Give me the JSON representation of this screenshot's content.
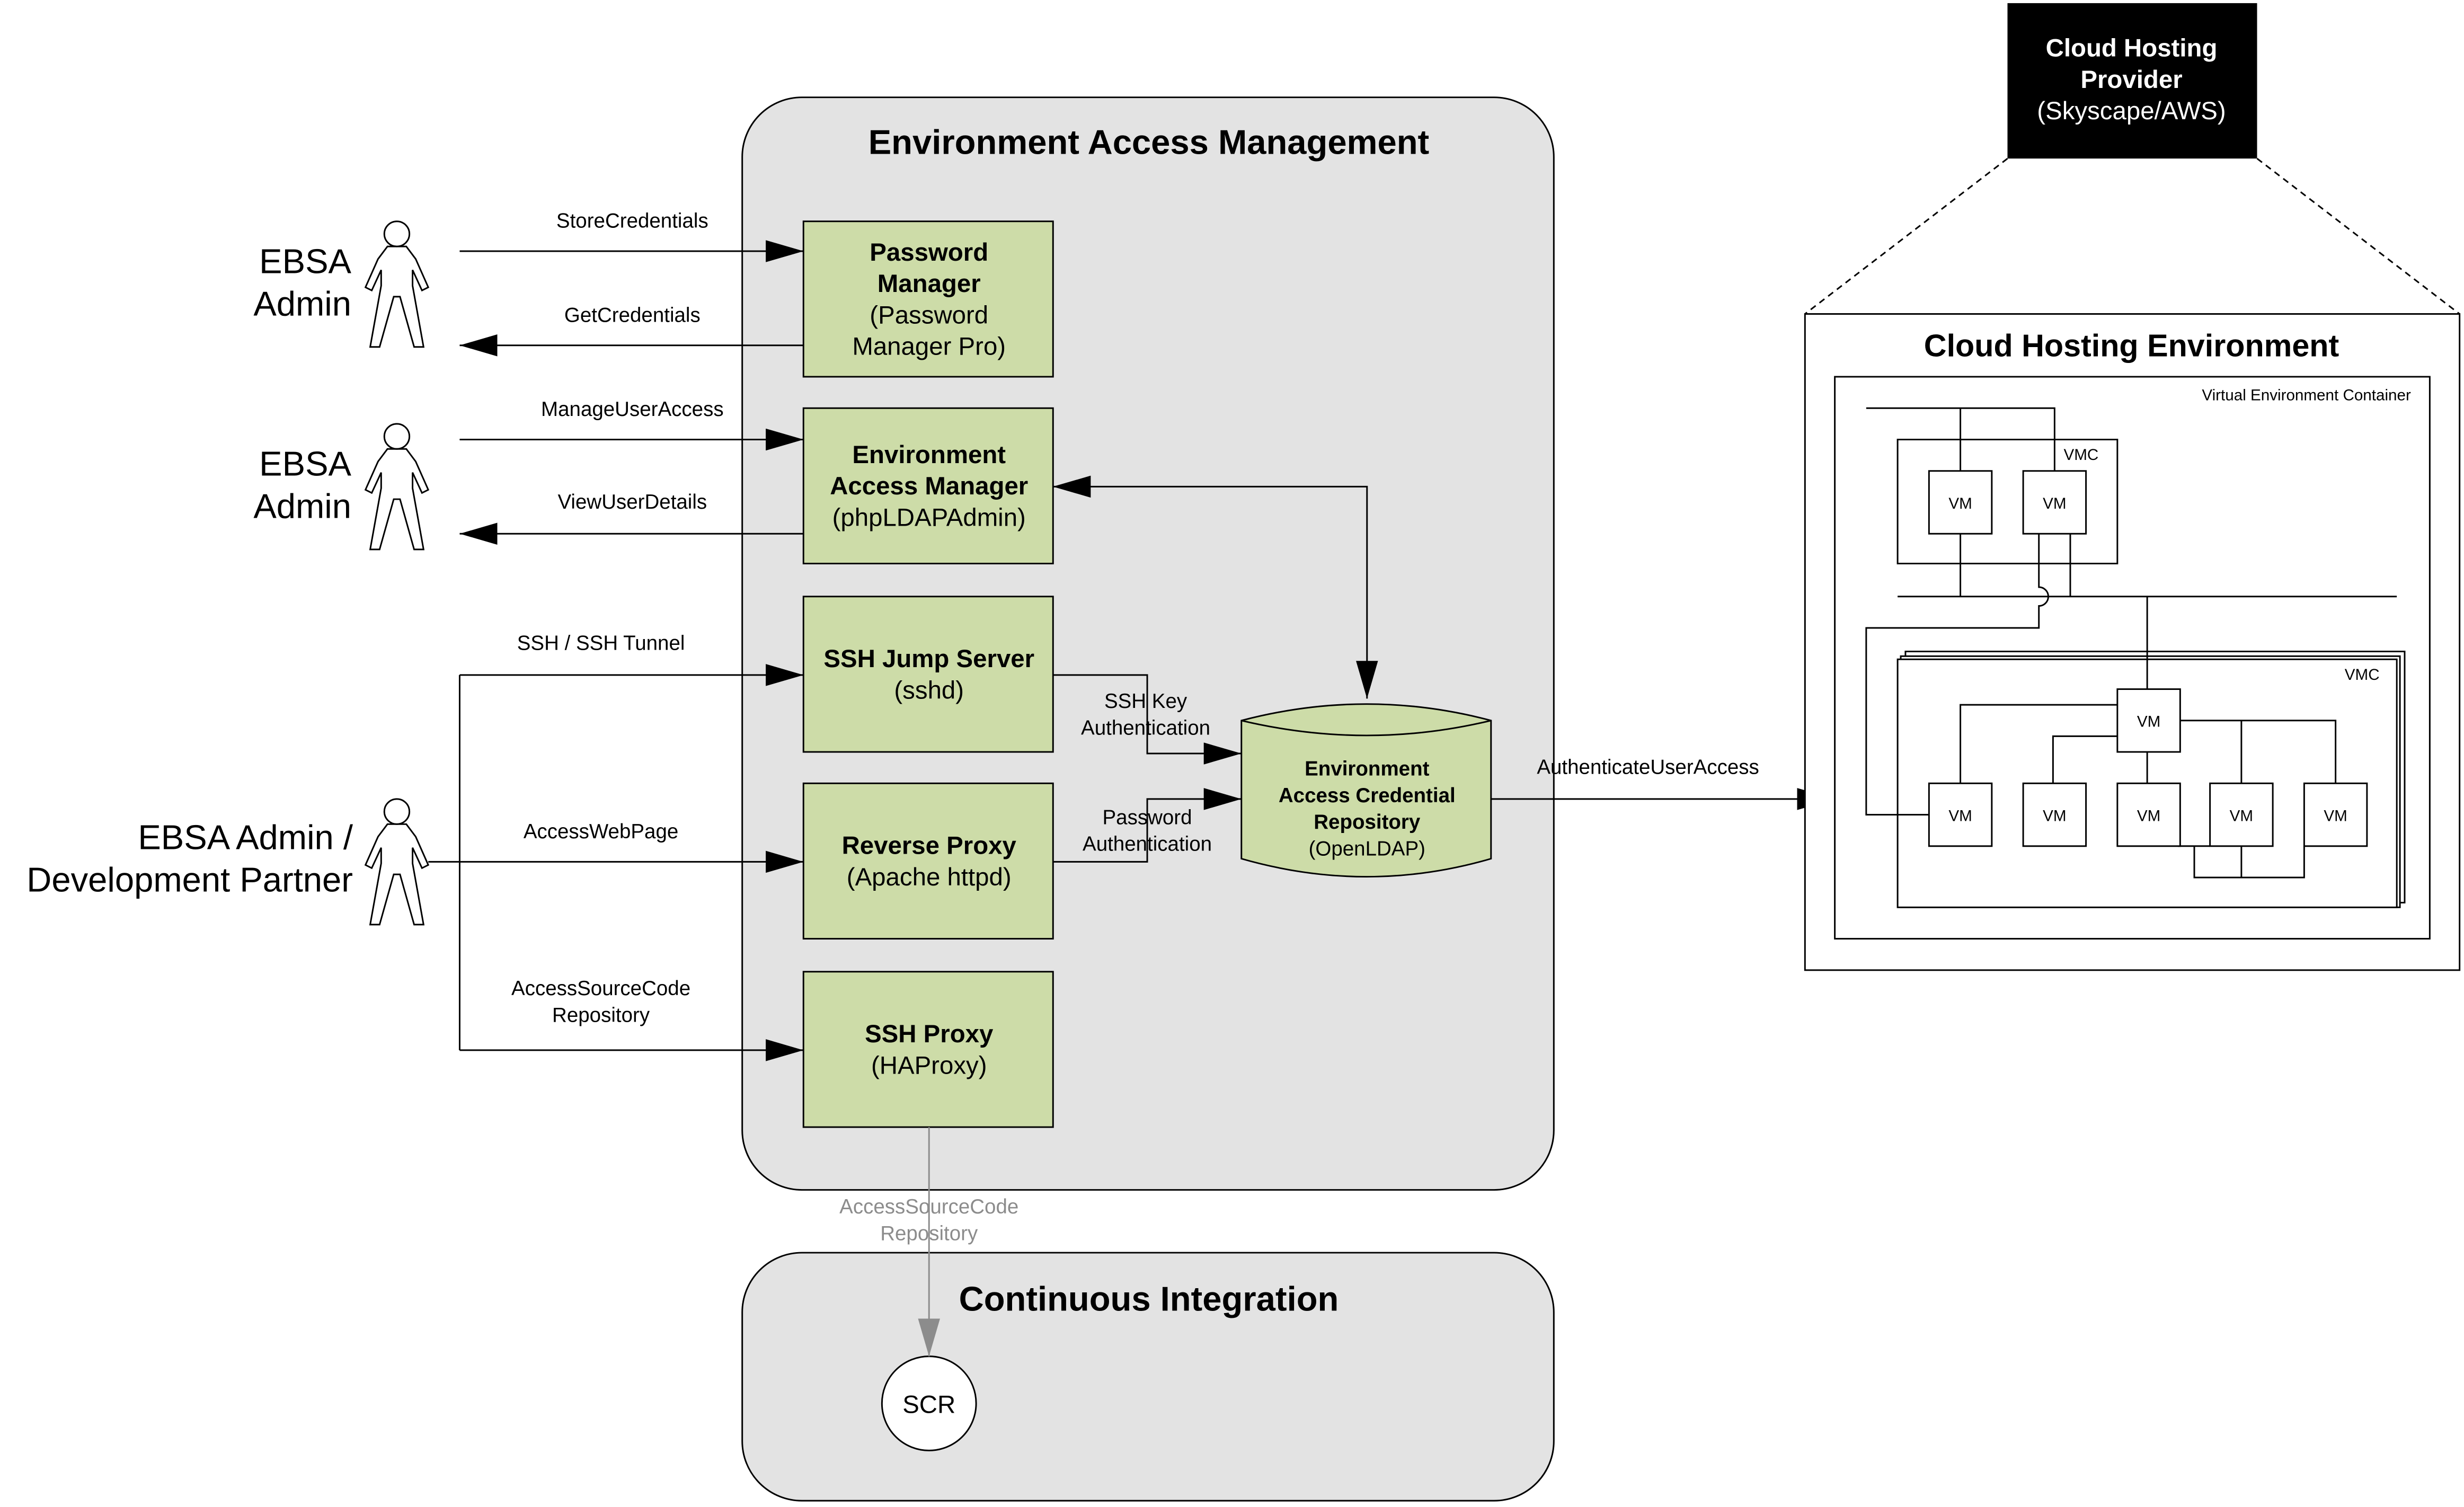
{
  "actors": {
    "admin1": [
      "EBSA",
      "Admin"
    ],
    "admin2": [
      "EBSA",
      "Admin"
    ],
    "partner": [
      "EBSA Admin /",
      "Development Partner"
    ]
  },
  "eam": {
    "title": "Environment Access Management",
    "password_manager": {
      "bold": [
        "Password",
        "Manager"
      ],
      "normal": [
        "(Password",
        "Manager Pro)"
      ]
    },
    "access_manager": {
      "bold": [
        "Environment",
        "Access Manager"
      ],
      "normal": [
        "(phpLDAPAdmin)"
      ]
    },
    "jump_server": {
      "bold": [
        "SSH Jump Server"
      ],
      "normal": [
        "(sshd)"
      ]
    },
    "reverse_proxy": {
      "bold": [
        "Reverse Proxy"
      ],
      "normal": [
        "(Apache httpd)"
      ]
    },
    "ssh_proxy": {
      "bold": [
        "SSH Proxy"
      ],
      "normal": [
        "(HAProxy)"
      ]
    },
    "repository": {
      "bold": [
        "Environment",
        "Access Credential",
        "Repository"
      ],
      "normal": [
        "(OpenLDAP)"
      ]
    }
  },
  "ci": {
    "title": "Continuous Integration",
    "scr_label": "SCR"
  },
  "labels": {
    "store_credentials": "StoreCredentials",
    "get_credentials": "GetCredentials",
    "manage_user_access": "ManageUserAccess",
    "view_user_details": "ViewUserDetails",
    "ssh_tunnel": "SSH / SSH Tunnel",
    "access_web_page": "AccessWebPage",
    "access_source_code": [
      "AccessSourceCode",
      "Repository"
    ],
    "access_source_code_ci": [
      "AccessSourceCode",
      "Repository"
    ],
    "ssh_key_auth": [
      "SSH Key",
      "Authentication"
    ],
    "password_auth": [
      "Password",
      "Authentication"
    ],
    "authenticate_user_access": "AuthenticateUserAccess"
  },
  "cloud": {
    "provider": {
      "bold": [
        "Cloud Hosting",
        "Provider"
      ],
      "normal": [
        "(Skyscape/AWS)"
      ]
    },
    "env_title": "Cloud Hosting Environment",
    "container_label": "Virtual Environment Container",
    "vmc_label": "VMC",
    "vm_label": "VM"
  },
  "colors": {
    "component_fill": "#cddca8",
    "group_fill": "#e3e3e3",
    "provider_fill": "#000000",
    "ci_arrow": "#8c8c8c"
  }
}
